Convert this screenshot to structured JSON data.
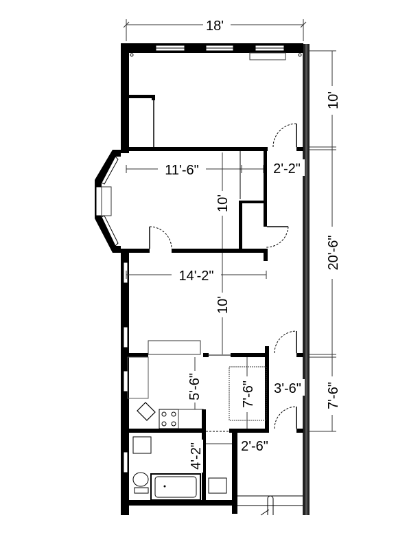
{
  "floorplan": {
    "overall_width": "18'",
    "right_dimensions": {
      "top": "10'",
      "middle": "20'-6\"",
      "bottom": "7'-6\""
    },
    "rooms": {
      "front_room": {
        "label": ""
      },
      "middle_room": {
        "width": "11'-6\"",
        "closet_width": "2'-2\"",
        "depth": "10'"
      },
      "living_room": {
        "width": "14'-2\"",
        "depth": "10'"
      },
      "kitchen": {
        "depth": "5'-6\""
      },
      "rear_bedroom": {
        "depth": "7'-6\"",
        "closet_depth": "3'-6\""
      },
      "bathroom": {
        "depth": "4'-2\"",
        "hall_width": "2'-6\""
      }
    },
    "colors": {
      "wall": "#000000",
      "line": "#333333",
      "background": "#ffffff"
    }
  }
}
